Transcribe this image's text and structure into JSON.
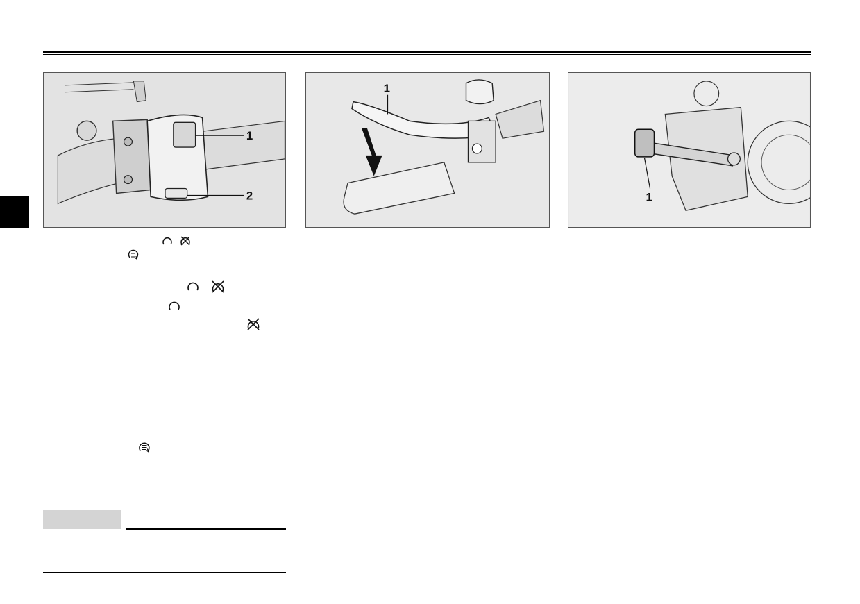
{
  "figures": [
    {
      "id": "fig-handlebar-switch",
      "callouts": [
        "1",
        "2"
      ]
    },
    {
      "id": "fig-clutch-lever",
      "callouts": [
        "1"
      ]
    },
    {
      "id": "fig-shift-pedal",
      "callouts": [
        "1"
      ]
    }
  ]
}
